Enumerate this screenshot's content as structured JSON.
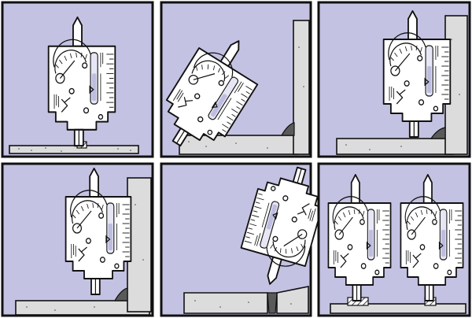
{
  "figure": {
    "panels": [
      {
        "id": "top-left",
        "scene": "gauge-upright-on-floor"
      },
      {
        "id": "top-middle",
        "scene": "gauge-tilted-against-wall"
      },
      {
        "id": "top-right",
        "scene": "gauge-upright-beside-wall"
      },
      {
        "id": "bottom-left",
        "scene": "gauge-upright-in-corner"
      },
      {
        "id": "bottom-middle",
        "scene": "gauge-inverted-on-seam"
      },
      {
        "id": "bottom-right",
        "scene": "two-gauges-side-by-side"
      }
    ],
    "colors": {
      "panel_background": "#c4c2e2",
      "border": "#111111",
      "gauge": "#ffffff",
      "ground": "#dcdcdc"
    }
  }
}
